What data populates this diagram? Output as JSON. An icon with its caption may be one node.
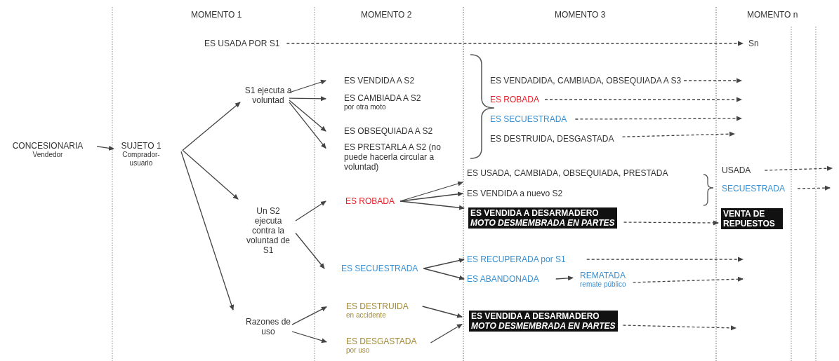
{
  "diagram": {
    "nodes": [
      {
        "text": [
          "CONCESIONARIA",
          "Vendedor"
        ]
      },
      {
        "text": [
          "SUJETO 1",
          "Comprador-usuario"
        ]
      },
      {
        "text": [
          "ES USADA POR S1"
        ]
      },
      {
        "text": [
          "Sn"
        ]
      },
      {
        "text": [
          "S1 ejecuta a voluntad"
        ]
      },
      {
        "text": [
          "Un S2 ejecuta contra la voluntad de S1"
        ]
      },
      {
        "text": [
          "Razones de uso"
        ]
      },
      {
        "text": [
          "ES VENDIDA A S2"
        ]
      },
      {
        "text": [
          "ES CAMBIADA A S2",
          "por otra moto"
        ]
      },
      {
        "text": [
          "ES OBSEQUIADA A S2"
        ]
      },
      {
        "text": [
          "ES PRESTARLA A S2 (no puede hacerla circular a voluntad)"
        ]
      },
      {
        "text": [
          "ES VENDADIDA, CAMBIADA, OBSEQUIADA A S3"
        ]
      },
      {
        "text": [
          "ES ROBADA"
        ]
      },
      {
        "text": [
          "ES SECUESTRADA"
        ]
      },
      {
        "text": [
          "ES DESTRUIDA, DESGASTADA"
        ]
      },
      {
        "text": [
          "ES ROBADA"
        ]
      },
      {
        "text": [
          "ES USADA, CAMBIADA, OBSEQUIADA, PRESTADA"
        ]
      },
      {
        "text": [
          "ES VENDIDA a nuevo S2"
        ]
      },
      {
        "text": [
          "ES VENDIDA A DESARMADERO",
          "MOTO DESMEMBRADA EN PARTES"
        ]
      },
      {
        "text": [
          "USADA"
        ]
      },
      {
        "text": [
          "SECUESTRADA"
        ]
      },
      {
        "text": [
          "VENTA DE REPUESTOS"
        ]
      },
      {
        "text": [
          "ES SECUESTRADA"
        ]
      },
      {
        "text": [
          "ES RECUPERADA por S1"
        ]
      },
      {
        "text": [
          "ES ABANDONADA"
        ]
      },
      {
        "text": [
          "REMATADA",
          "remate público"
        ]
      },
      {
        "text": [
          "ES DESTRUIDA",
          "en accidente"
        ]
      },
      {
        "text": [
          "ES DESGASTADA",
          "por uso"
        ]
      },
      {
        "text": [
          "ES VENDIDA A DESARMADERO",
          "MOTO DESMEMBRADA EN PARTES"
        ]
      }
    ],
    "edges": [
      {
        "from": 0,
        "to": 1,
        "arrow": "to"
      },
      {
        "from": 2,
        "to": 3,
        "arrow": "to",
        "style": "dashed"
      },
      {
        "from": 1,
        "to": 4,
        "arrow": "to"
      },
      {
        "from": 1,
        "to": 5,
        "arrow": "to"
      },
      {
        "from": 1,
        "to": 6,
        "arrow": "to"
      },
      {
        "from": 4,
        "to": 7,
        "arrow": "to"
      },
      {
        "from": 4,
        "to": 8,
        "arrow": "to"
      },
      {
        "from": 4,
        "to": 9,
        "arrow": "to"
      },
      {
        "from": 4,
        "to": 10,
        "arrow": "to"
      },
      {
        "from": 11,
        "to": null,
        "arrow": "to",
        "style": "dashed"
      },
      {
        "from": 12,
        "to": null,
        "arrow": "to",
        "style": "dashed"
      },
      {
        "from": 13,
        "to": null,
        "arrow": "to",
        "style": "dashed"
      },
      {
        "from": 14,
        "to": null,
        "arrow": "to",
        "style": "dashed"
      },
      {
        "from": 5,
        "to": 15,
        "arrow": "to"
      },
      {
        "from": 5,
        "to": 22,
        "arrow": "to"
      },
      {
        "from": 15,
        "to": 16,
        "arrow": "to"
      },
      {
        "from": 15,
        "to": 17,
        "arrow": "to"
      },
      {
        "from": 15,
        "to": 18,
        "arrow": "to"
      },
      {
        "from": 18,
        "to": 21,
        "arrow": "to",
        "style": "dashed"
      },
      {
        "from": 19,
        "to": null,
        "arrow": "to",
        "style": "dashed"
      },
      {
        "from": 20,
        "to": null,
        "arrow": "to",
        "style": "dashed"
      },
      {
        "from": 22,
        "to": 23,
        "arrow": "to"
      },
      {
        "from": 22,
        "to": 24,
        "arrow": "to"
      },
      {
        "from": 23,
        "to": null,
        "arrow": "to",
        "style": "dashed"
      },
      {
        "from": 24,
        "to": 25,
        "arrow": "to"
      },
      {
        "from": 25,
        "to": null,
        "arrow": "to",
        "style": "dashed"
      },
      {
        "from": 6,
        "to": 26,
        "arrow": "to"
      },
      {
        "from": 6,
        "to": 27,
        "arrow": "to"
      },
      {
        "from": 26,
        "to": 28,
        "arrow": "to"
      },
      {
        "from": 27,
        "to": 28,
        "arrow": "to"
      },
      {
        "from": 28,
        "to": null,
        "arrow": "to",
        "style": "dashed"
      }
    ],
    "labels": [
      "MOMENTO 1",
      "MOMENTO 2",
      "MOMENTO 3",
      "MOMENTO n"
    ]
  }
}
